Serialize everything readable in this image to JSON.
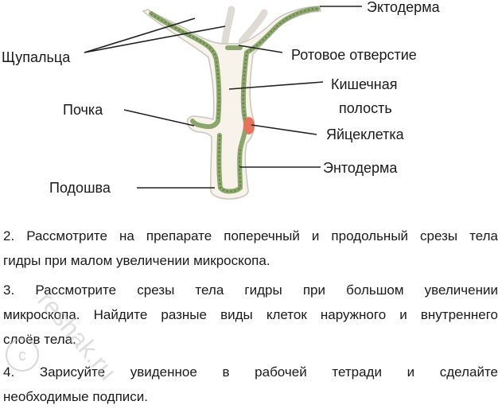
{
  "diagram": {
    "labels": {
      "ectoderm": "Эктодерма",
      "tentacles": "Щупальца",
      "mouth": "Ротовое отверстие",
      "gut_line1": "Кишечная",
      "gut_line2": "полость",
      "bud": "Почка",
      "egg": "Яйцеклетка",
      "endoderm": "Энтодерма",
      "foot": "Подошва"
    },
    "colors": {
      "body_fill": "#f7f2ea",
      "body_outline": "#c9c6bf",
      "endoderm": "#8aa66a",
      "endoderm_dots": "#5f7d45",
      "egg": "#e8735a",
      "pointer": "#222222"
    }
  },
  "text": {
    "p2_line1": "2. Рассмотрите на препарате поперечный и продольный срезы тела",
    "p2_line2": "гидры при малом увеличении микроскопа.",
    "p3_line1": "3. Рассмотрите срезы тела гидры при большом увеличении",
    "p3_line2": "микроскопа. Найдите разные виды клеток наружного и внутреннего",
    "p3_line3": "слоёв тела.",
    "p4_line1": "4. Зарисуйте увиденное в рабочей тетради и сделайте",
    "p4_line2": "необходимые подписи."
  },
  "watermark": {
    "text": "reshak.ru"
  }
}
